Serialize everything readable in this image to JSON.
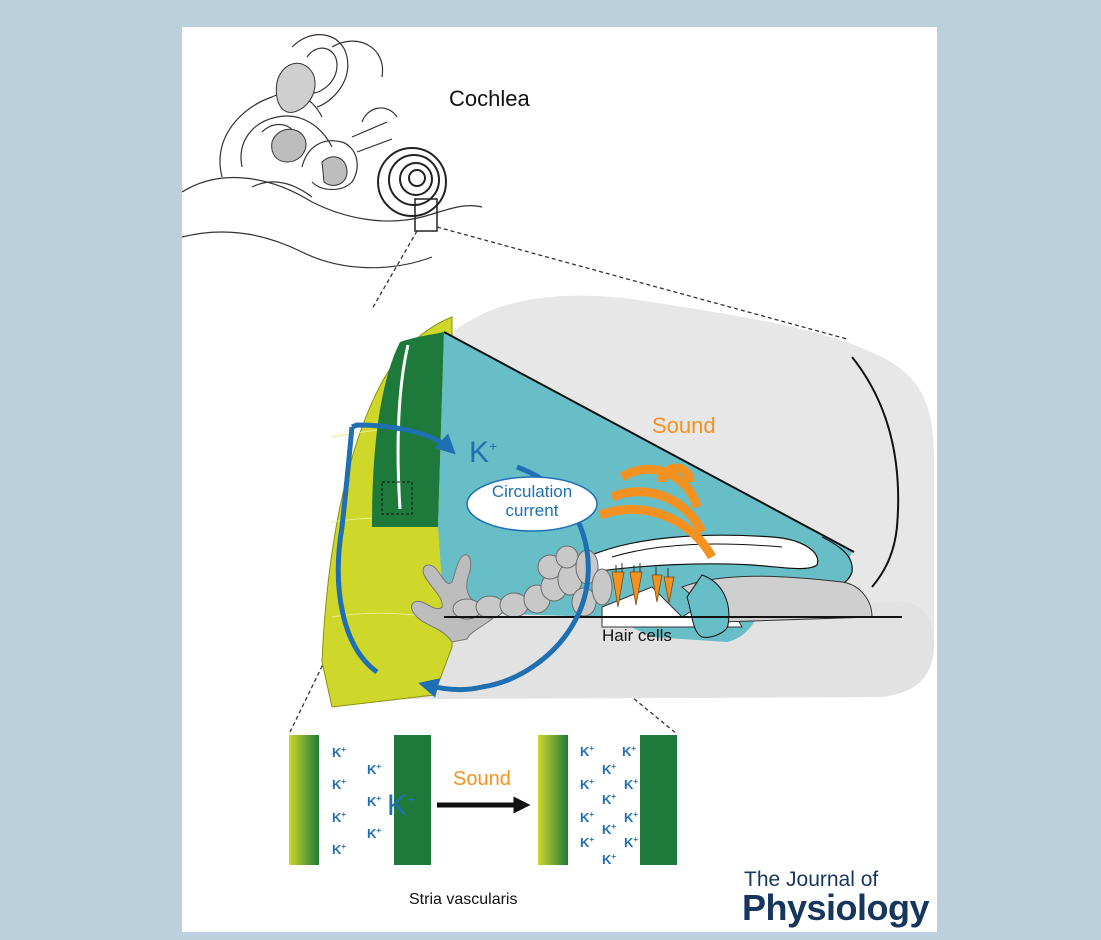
{
  "labels": {
    "cochlea": "Cochlea",
    "sound": "Sound",
    "k_ion": "K",
    "k_charge": "+",
    "circulation": "Circulation current",
    "hair_cells": "Hair cells",
    "sound_transition": "Sound",
    "stria_vascularis": "Stria vascularis"
  },
  "journal": {
    "line1": "The Journal of",
    "line2": "Physiology"
  },
  "colors": {
    "background": "#bccfdc",
    "endolymph": "#68bec7",
    "stria": "#1d7a3a",
    "spiral_ligament": "#cfd82a",
    "sound": "#f39221",
    "potassium": "#1f6fb3",
    "journal": "#17365d"
  }
}
